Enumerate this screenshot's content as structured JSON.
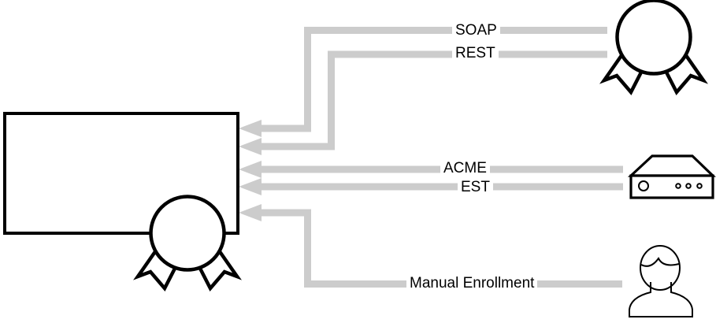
{
  "diagram": {
    "type": "connection-diagram",
    "description": "Certificate enrollment protocols flowing into a certificate authority box",
    "colors": {
      "background": "#ffffff",
      "connector": "#cccccc",
      "outline": "#000000",
      "label_bg": "#ffffff",
      "label_text": "#000000"
    },
    "nodes": [
      {
        "id": "ca-certificate-box",
        "icon": "certificate-box-icon"
      },
      {
        "id": "certificate-source",
        "icon": "award-ribbon-icon"
      },
      {
        "id": "network-device",
        "icon": "network-appliance-icon"
      },
      {
        "id": "user",
        "icon": "person-icon"
      }
    ],
    "connections": [
      {
        "label": "SOAP",
        "from": "certificate-source",
        "to": "ca-certificate-box"
      },
      {
        "label": "REST",
        "from": "certificate-source",
        "to": "ca-certificate-box"
      },
      {
        "label": "ACME",
        "from": "network-device",
        "to": "ca-certificate-box"
      },
      {
        "label": "EST",
        "from": "network-device",
        "to": "ca-certificate-box"
      },
      {
        "label": "Manual Enrollment",
        "from": "user",
        "to": "ca-certificate-box"
      }
    ]
  }
}
